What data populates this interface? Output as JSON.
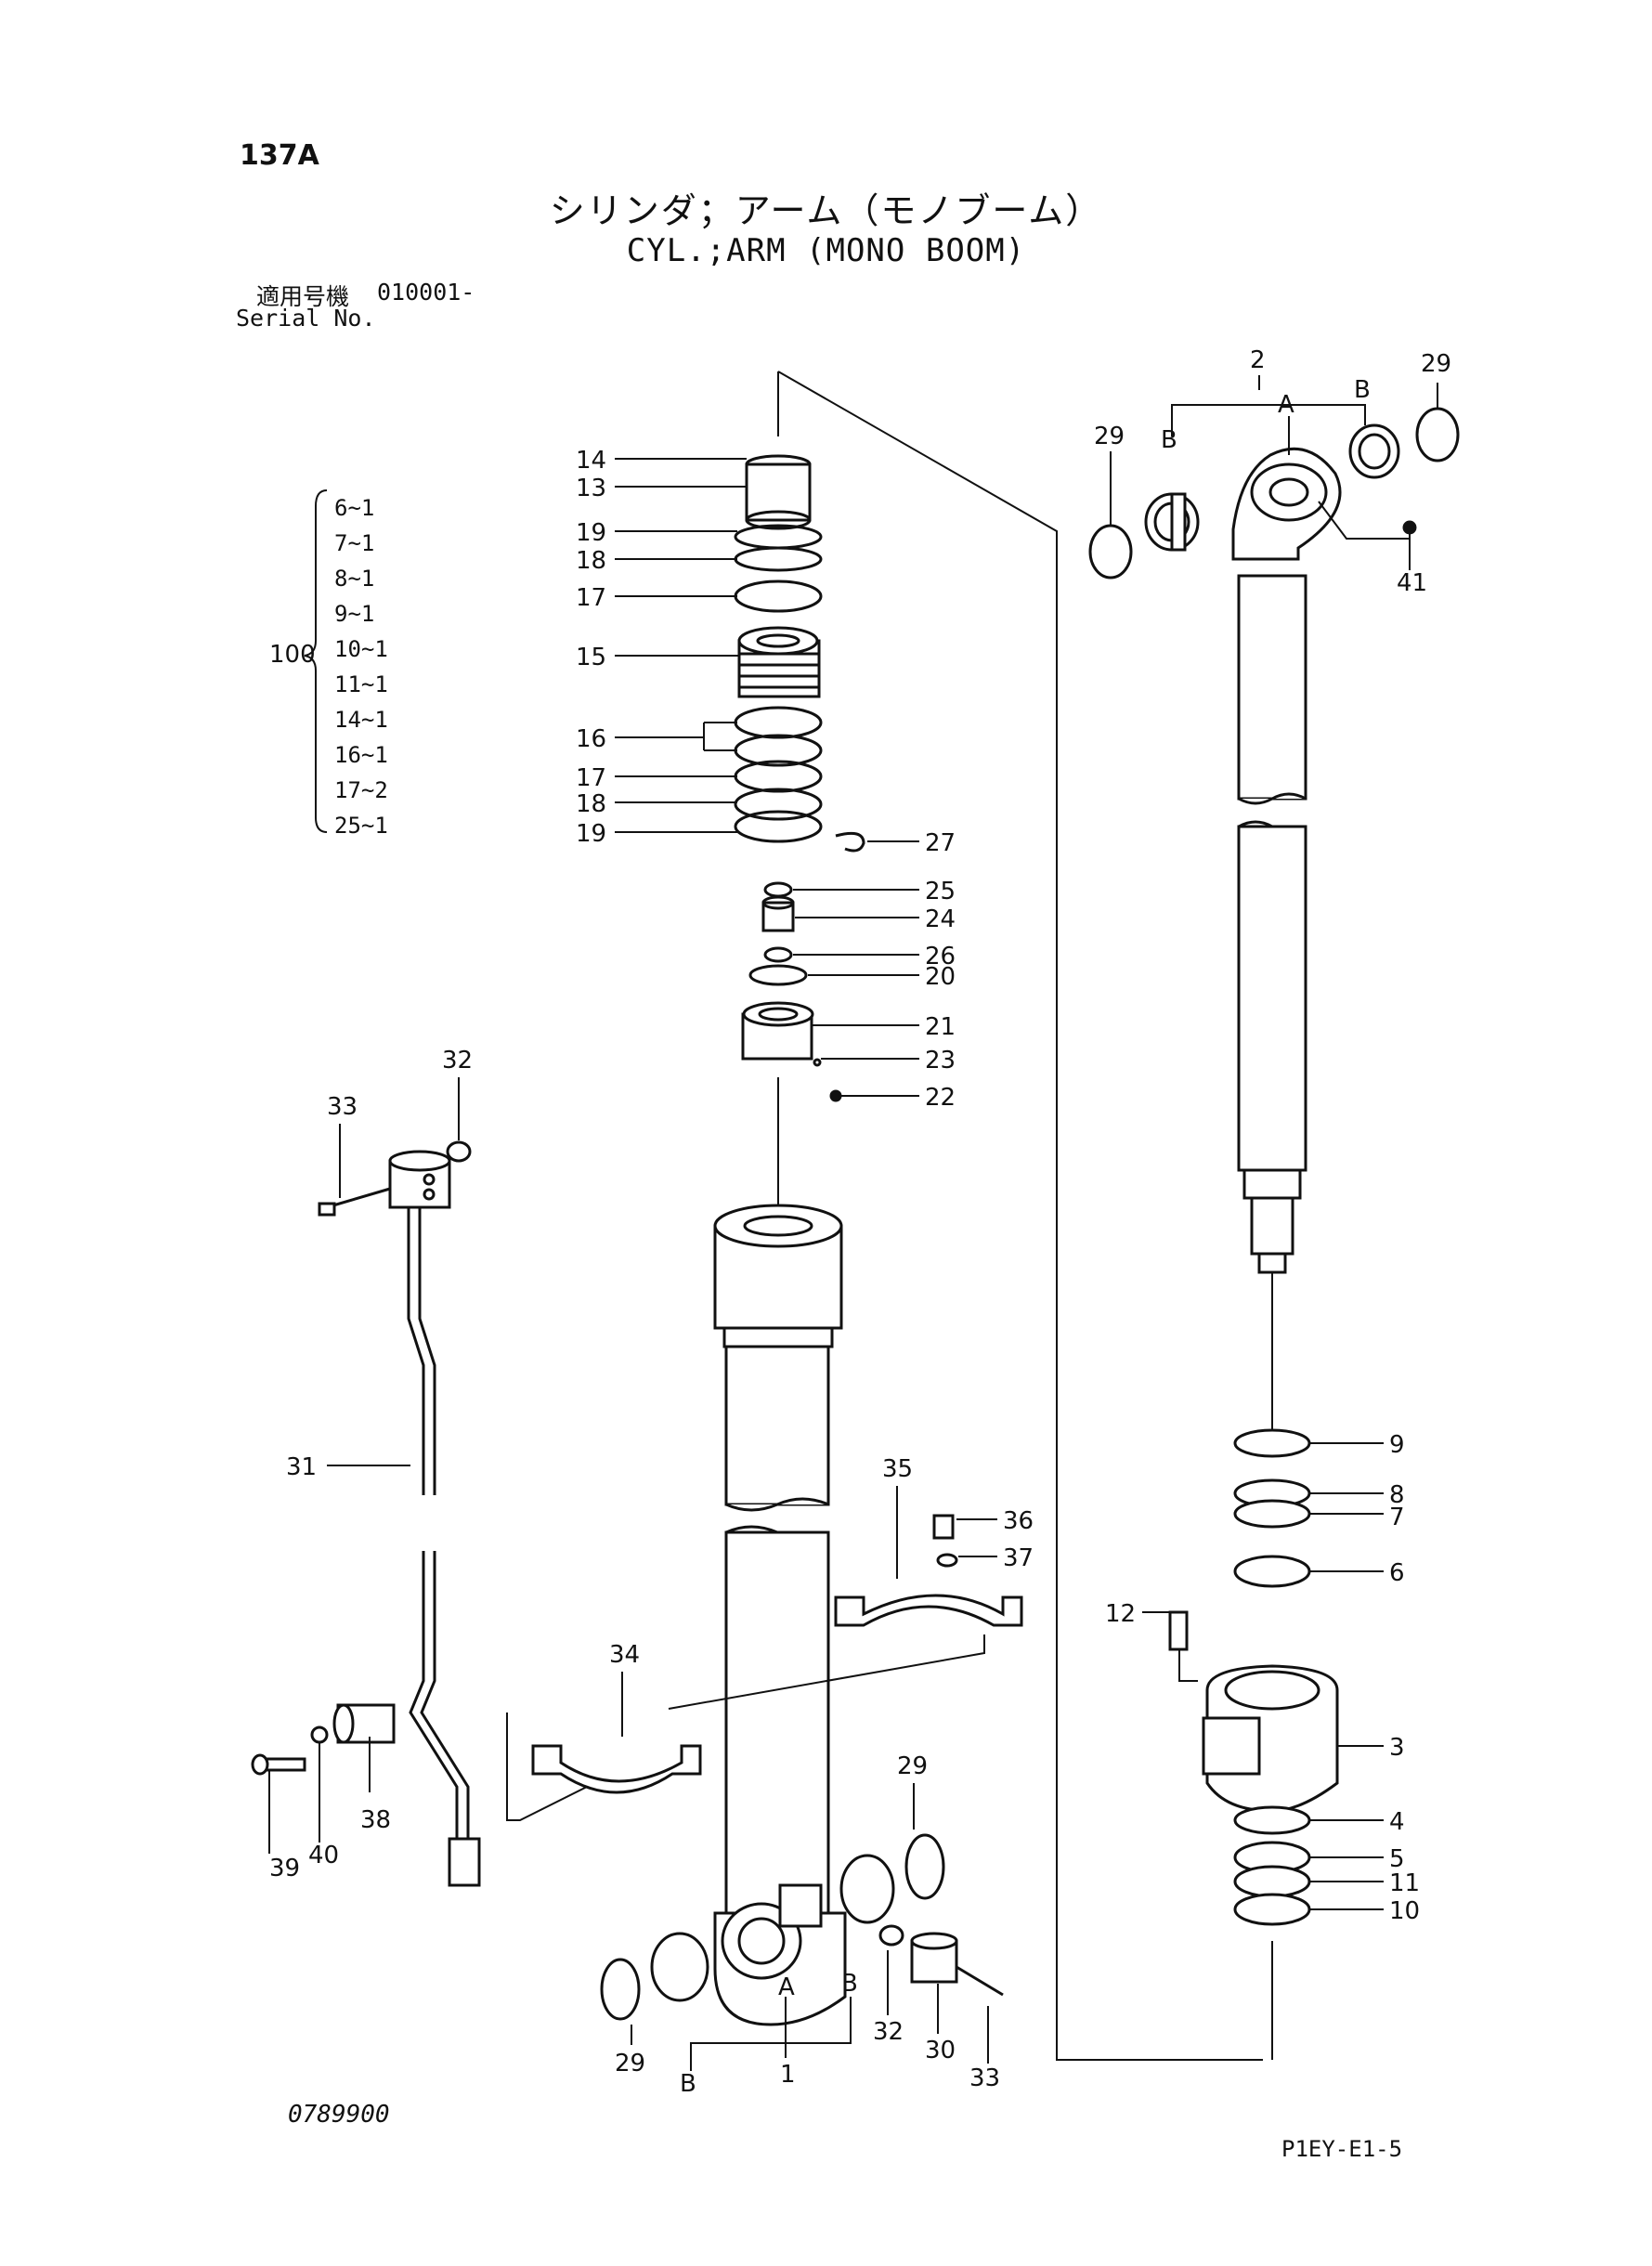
{
  "header": {
    "page_code": "137A",
    "title_jp": "シリンダ；アーム（モノブーム）",
    "title_en": "CYL.;ARM (MONO BOOM)",
    "serial_label_jp": "適用号機",
    "serial_value": "010001-",
    "serial_label_en": "Serial No."
  },
  "kit": {
    "label": "100",
    "items": [
      "6~1",
      "7~1",
      "8~1",
      "9~1",
      "10~1",
      "11~1",
      "14~1",
      "16~1",
      "17~2",
      "25~1"
    ]
  },
  "callouts": {
    "c14": "14",
    "c13": "13",
    "c19a": "19",
    "c18a": "18",
    "c17a": "17",
    "c15": "15",
    "c16": "16",
    "c17b": "17",
    "c18b": "18",
    "c19b": "19",
    "c27": "27",
    "c25": "25",
    "c24": "24",
    "c26": "26",
    "c20": "20",
    "c21": "21",
    "c23": "23",
    "c22": "22",
    "c2": "2",
    "cA_top": "A",
    "cB_topL": "B",
    "cB_topR": "B",
    "c29_topL": "29",
    "c29_topR": "29",
    "c41": "41",
    "c9": "9",
    "c8": "8",
    "c7": "7",
    "c6": "6",
    "c12": "12",
    "c3": "3",
    "c4": "4",
    "c5": "5",
    "c11": "11",
    "c10": "10",
    "c32_top": "32",
    "c33_top": "33",
    "c31": "31",
    "c35": "35",
    "c36": "36",
    "c37": "37",
    "c34": "34",
    "c38": "38",
    "c39": "39",
    "c40": "40",
    "c29_bot": "29",
    "c29_botL": "29",
    "cB_botL": "B",
    "cA_bot": "A",
    "cB_botR": "B",
    "c1": "1",
    "c32_bot": "32",
    "c30": "30",
    "c33_bot": "33"
  },
  "footer": {
    "doc_number": "0789900",
    "drawing_id": "P1EY-E1-5"
  }
}
